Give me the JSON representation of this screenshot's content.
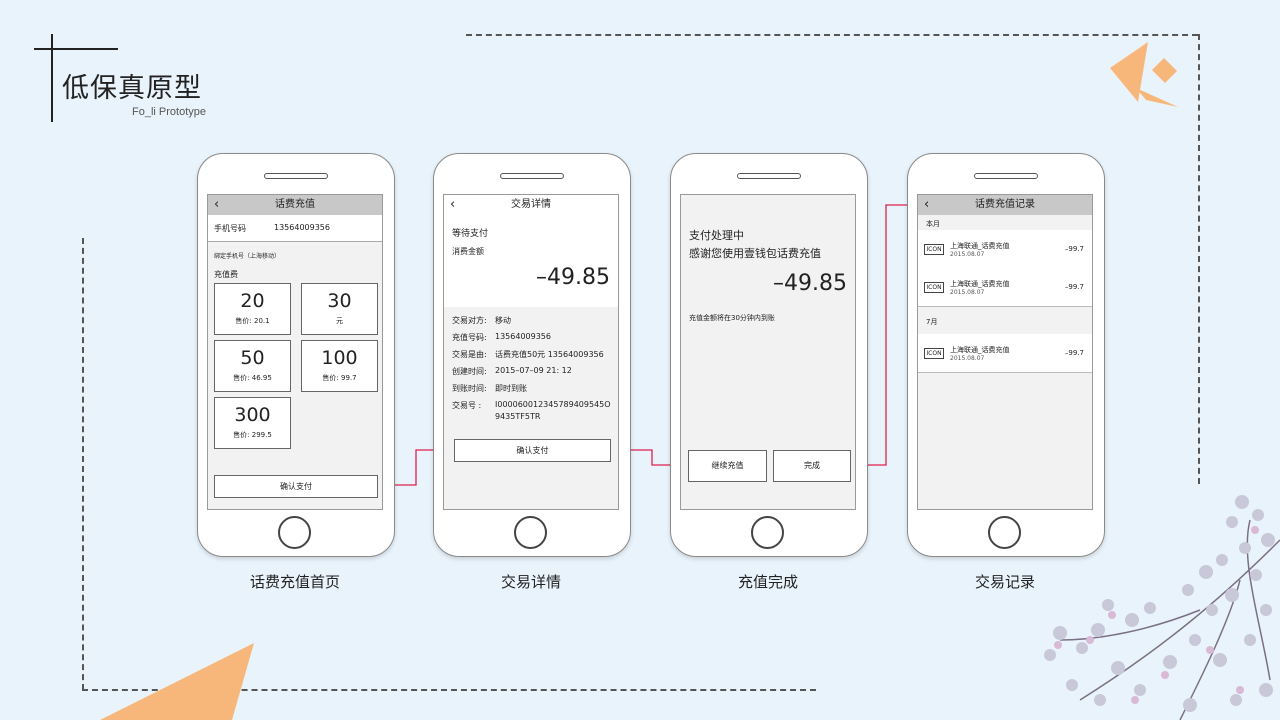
{
  "header": {
    "title": "低保真原型",
    "subtitle": "Fo_li Prototype"
  },
  "phones": {
    "p1": {
      "nav_title": "话费充值",
      "phone_label": "手机号码",
      "phone_number": "13564009356",
      "binding_note": "绑定手机号（上海移动）",
      "section_label": "充值费",
      "options": [
        {
          "amount": "20",
          "price": "售价: 20.1"
        },
        {
          "amount": "30",
          "price": "元"
        },
        {
          "amount": "50",
          "price": "售价: 46.95"
        },
        {
          "amount": "100",
          "price": "售价: 99.7"
        },
        {
          "amount": "300",
          "price": "售价: 299.5"
        }
      ],
      "confirm_button": "确认支付",
      "caption": "话费充值首页"
    },
    "p2": {
      "nav_title": "交易详情",
      "status": "等待支付",
      "amount_label": "消费金额",
      "amount": "–49.85",
      "details": [
        {
          "label": "交易对方:",
          "value": "移动"
        },
        {
          "label": "充值号码:",
          "value": "13564009356"
        },
        {
          "label": "交易是由:",
          "value": "话费充值50元  13564009356"
        },
        {
          "label": "创建时间:",
          "value": "2015–07–09  21:  12"
        },
        {
          "label": "到账时间:",
          "value": "即时到账"
        },
        {
          "label": "交易号   :",
          "value": "I000060012345789409545O"
        }
      ],
      "txn_line2": "9435TF5TR",
      "confirm_button": "确认支付",
      "caption": "交易详情"
    },
    "p3": {
      "line1": "支付处理中",
      "line2": "感谢您使用壹钱包话费充值",
      "amount": "–49.85",
      "note": "充值金额将在30分钟内到账",
      "continue_button": "继续充值",
      "done_button": "完成",
      "caption": "充值完成"
    },
    "p4": {
      "nav_title": "话费充值记录",
      "month1": "本月",
      "month2": "7月",
      "records": [
        {
          "icon": "ICON",
          "title": "上海联通_话费充值",
          "date": "2015.08.07",
          "amount": "–99.7"
        },
        {
          "icon": "ICON",
          "title": "上海联通_话费充值",
          "date": "2015.08.07",
          "amount": "–99.7"
        },
        {
          "icon": "ICON",
          "title": "上海联通_话费充值",
          "date": "2015.08.07",
          "amount": "–99.7"
        }
      ],
      "caption": "交易记录"
    }
  },
  "colors": {
    "connector": "#e0204e",
    "accent": "#f8b77a",
    "background": "#e9f3fb"
  }
}
